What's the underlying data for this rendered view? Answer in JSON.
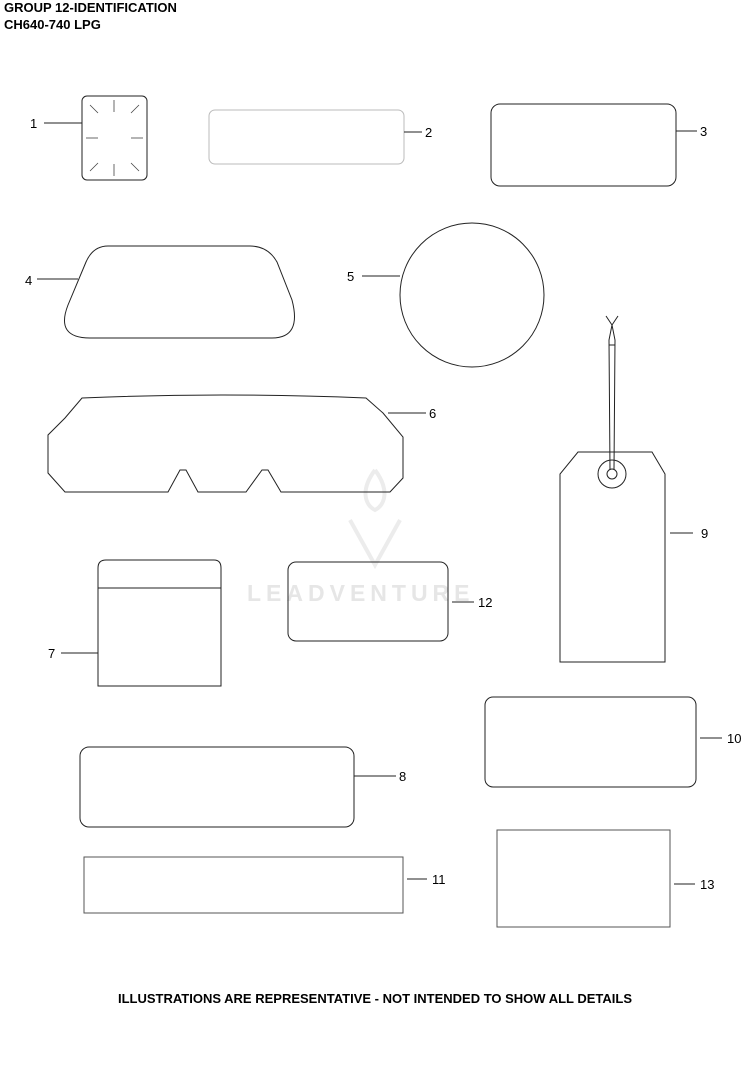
{
  "header": {
    "title": "GROUP 12-IDENTIFICATION",
    "subtitle": "CH640-740 LPG"
  },
  "callouts": [
    "1",
    "2",
    "3",
    "4",
    "5",
    "6",
    "7",
    "8",
    "9",
    "10",
    "11",
    "12",
    "13"
  ],
  "watermark": "LEADVENTURE",
  "footer": "ILLUSTRATIONS ARE REPRESENTATIVE - NOT INTENDED TO SHOW ALL DETAILS"
}
